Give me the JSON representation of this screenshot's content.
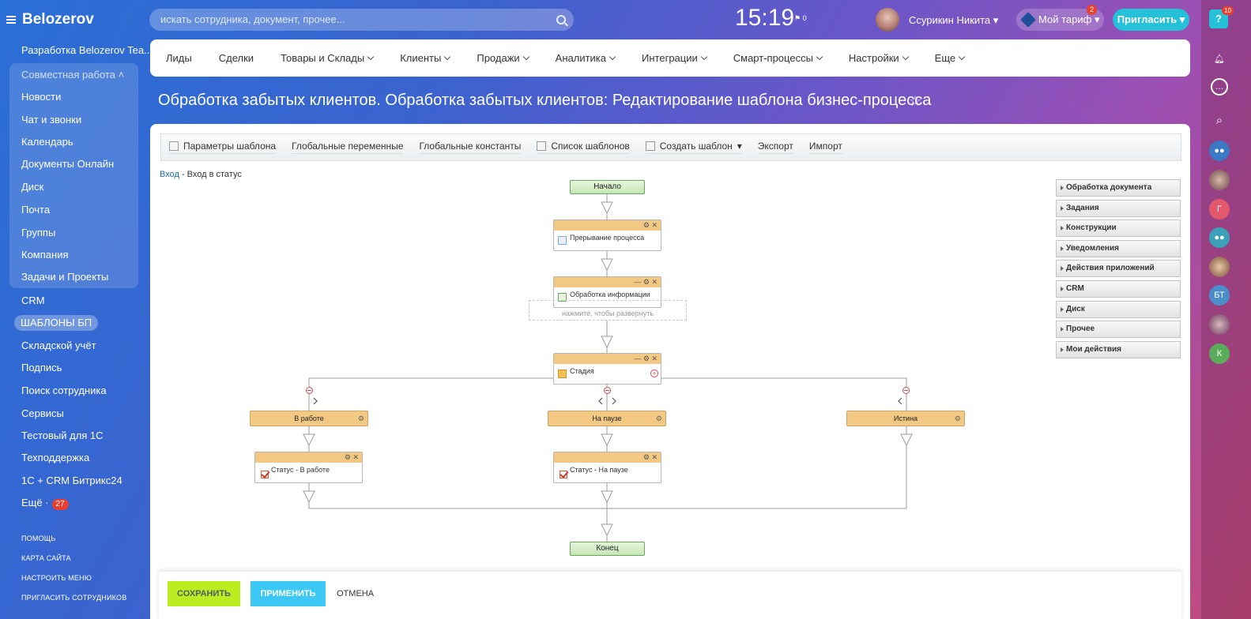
{
  "app": {
    "logo": "Belozerov"
  },
  "sidebar": {
    "items": [
      {
        "label": "Разработка Belozerov Tea..."
      },
      {
        "label": "Совместная работа"
      },
      {
        "label": "Новости"
      },
      {
        "label": "Чат и звонки"
      },
      {
        "label": "Календарь"
      },
      {
        "label": "Документы Онлайн"
      },
      {
        "label": "Диск"
      },
      {
        "label": "Почта"
      },
      {
        "label": "Группы"
      },
      {
        "label": "Компания"
      },
      {
        "label": "Задачи и Проекты"
      },
      {
        "label": "CRM"
      },
      {
        "label": "ШАБЛОНЫ БП"
      },
      {
        "label": "Складской учёт"
      },
      {
        "label": "Подпись"
      },
      {
        "label": "Поиск сотрудника"
      },
      {
        "label": "Сервисы"
      },
      {
        "label": "Тестовый для 1С"
      },
      {
        "label": "Техподдержка"
      },
      {
        "label": "1С + CRM Битрикс24"
      },
      {
        "label": "Ещё ·"
      }
    ],
    "more_count": "27",
    "footer_links": [
      "ПОМОЩЬ",
      "КАРТА САЙТА",
      "НАСТРОИТЬ МЕНЮ",
      "ПРИГЛАСИТЬ СОТРУДНИКОВ"
    ]
  },
  "header": {
    "search_placeholder": "искать сотрудника, документ, прочее...",
    "clock": "15:19",
    "flag_count": "0",
    "user_name": "Ссурикин Никита",
    "tariff": "Мой тариф",
    "tariff_badge": "2",
    "invite": "Пригласить",
    "help_badge": "10"
  },
  "nav": {
    "items": [
      "Лиды",
      "Сделки",
      "Товары и Склады",
      "Клиенты",
      "Продажи",
      "Аналитика",
      "Интеграции",
      "Смарт-процессы",
      "Настройки",
      "Еще"
    ]
  },
  "page_title": "Обработка забытых клиентов. Обработка забытых клиентов: Редактирование шаблона бизнес-процесса",
  "toolbar": {
    "items": [
      "Параметры шаблона",
      "Глобальные переменные",
      "Глобальные константы",
      "Список шаблонов",
      "Создать шаблон",
      "Экспорт",
      "Импорт"
    ]
  },
  "breadcrumb": {
    "link": "Вход",
    "rest": " - Вход в статус"
  },
  "flow": {
    "start": "Начало",
    "end": "Конец",
    "interrupt": "Прерывание процесса",
    "process_info": "Обработка информации",
    "expand_hint": "нажмите, чтобы развернуть",
    "stage": "Стадия",
    "branches": [
      "В работе",
      "На паузе",
      "Истина"
    ],
    "status_work": "Статус - В работе",
    "status_pause": "Статус - На паузе"
  },
  "palette": {
    "items": [
      "Обработка документа",
      "Задания",
      "Конструкции",
      "Уведомления",
      "Действия приложений",
      "CRM",
      "Диск",
      "Прочее",
      "Мои действия"
    ]
  },
  "rail": {
    "letters": [
      "Г",
      "БТ",
      "К"
    ]
  },
  "footer": {
    "save": "СОХРАНИТЬ",
    "apply": "ПРИМЕНИТЬ",
    "cancel": "ОТМЕНА"
  }
}
